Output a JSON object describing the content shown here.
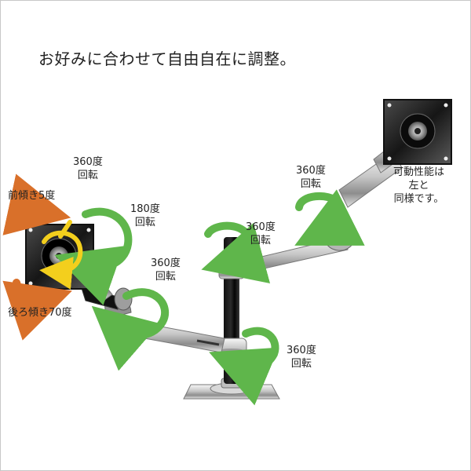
{
  "heading": "お好みに合わせて自由自在に調整。",
  "labels": {
    "monitor_rotation": [
      "360度",
      "回転"
    ],
    "forward_tilt": "前傾き5度",
    "backward_tilt": "後ろ傾き70度",
    "left_arm_180": [
      "180度",
      "回転"
    ],
    "left_elbow_360": [
      "360度",
      "回転"
    ],
    "center_pole_360": [
      "360度",
      "回転"
    ],
    "right_arm_360": [
      "360度",
      "回転"
    ],
    "base_360": [
      "360度",
      "回転"
    ],
    "right_side_note": [
      "可動性能は",
      "左と",
      "同様です。"
    ]
  },
  "colors": {
    "green_arrow": "#5fb64b",
    "orange_arrow": "#d9702a",
    "yellow_rotation": "#f3cf1d"
  },
  "icons": [
    "curved-green-arrow-icon",
    "curved-orange-arrow-icon",
    "yellow-rotation-arrow-icon"
  ]
}
